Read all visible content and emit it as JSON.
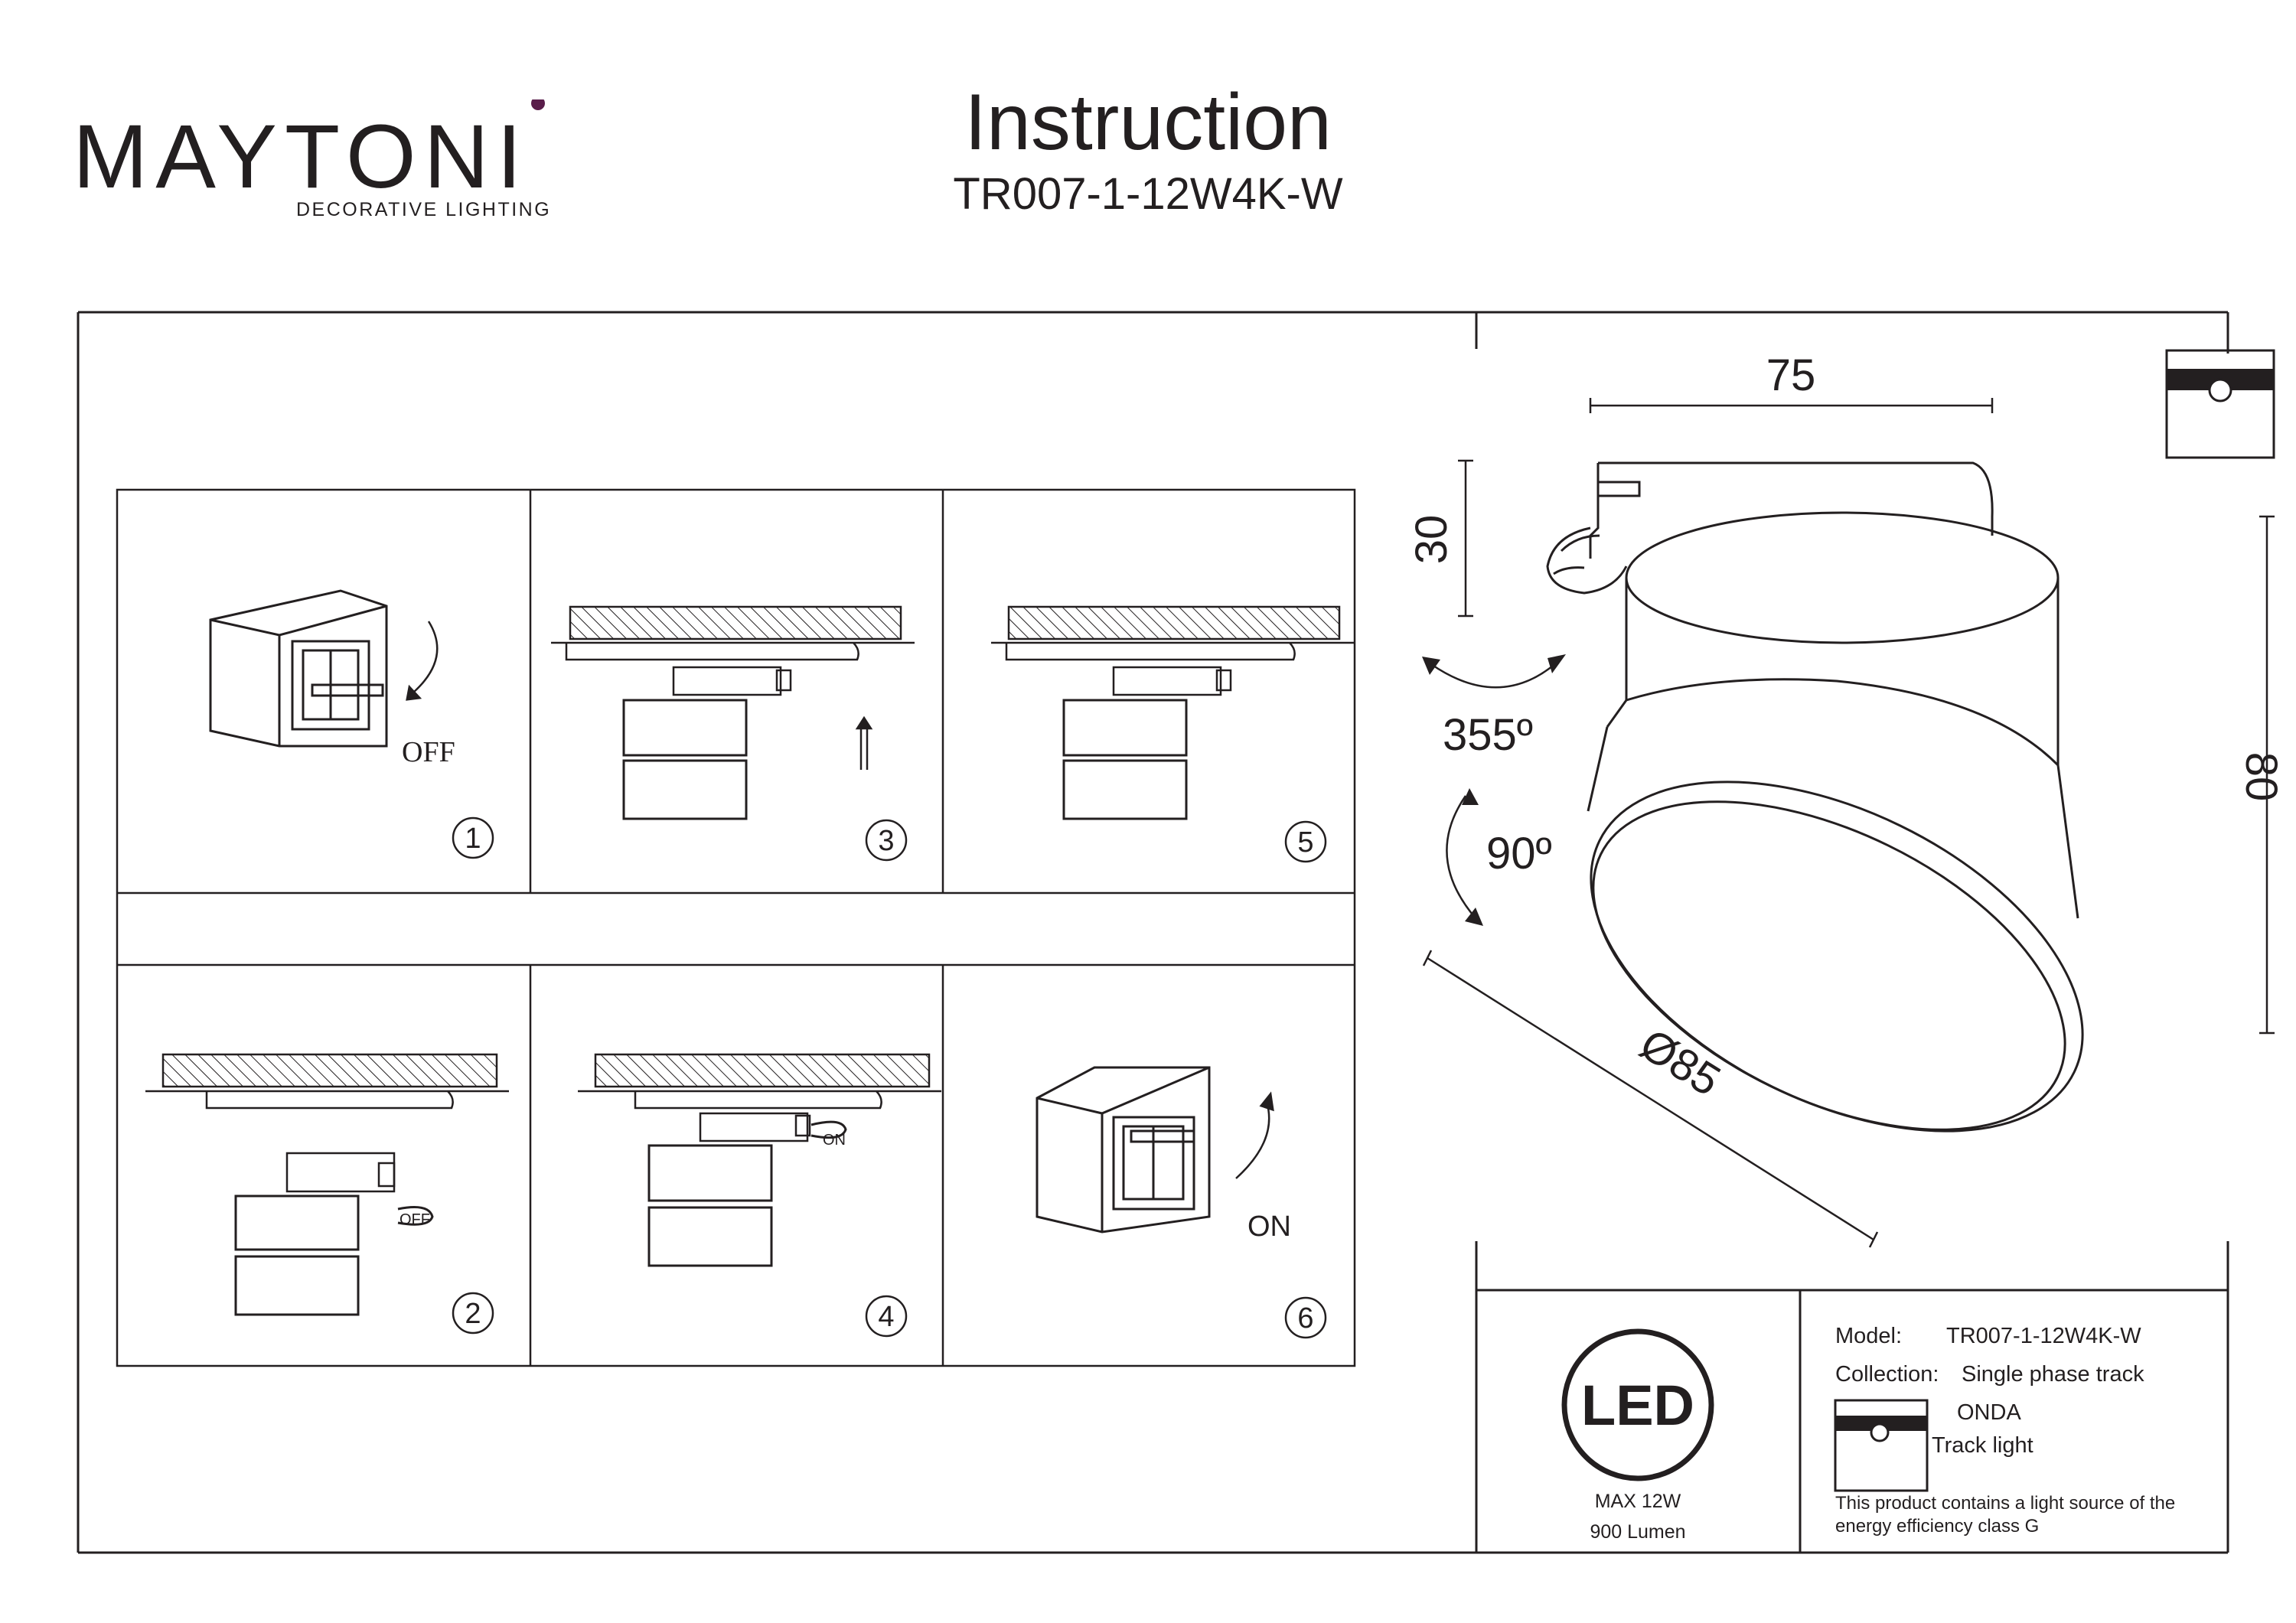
{
  "brand": {
    "logo_text": "MAYTONI",
    "tagline": "DECORATIVE LIGHTING",
    "accent_color": "#5a1d4a"
  },
  "header": {
    "title": "Instruction",
    "model_code": "TR007-1-12W4K-W"
  },
  "steps": [
    {
      "number": "1",
      "switch_label": "OFF"
    },
    {
      "number": "2",
      "switch_label": "OFF"
    },
    {
      "number": "3"
    },
    {
      "number": "4",
      "switch_label": "ON"
    },
    {
      "number": "5"
    },
    {
      "number": "6",
      "switch_label": "ON"
    }
  ],
  "dimensions": {
    "width": "75",
    "height_top": "30",
    "height_total": "80",
    "diameter": "Ø85",
    "rotation_horizontal": "355º",
    "rotation_vertical": "90º"
  },
  "led": {
    "badge": "LED",
    "power": "MAX 12W",
    "lumen": "900 Lumen"
  },
  "spec": {
    "model_label": "Model:",
    "model_value": "TR007-1-12W4K-W",
    "collection_label": "Collection:",
    "collection_value": "Single phase track",
    "collection_name": "ONDA",
    "type": "Track light",
    "energy_note_1": "This product contains a light source of the",
    "energy_note_2": "energy efficiency class G"
  },
  "icons": [
    "track-light-icon",
    "led-badge-icon",
    "arrow-icon"
  ]
}
